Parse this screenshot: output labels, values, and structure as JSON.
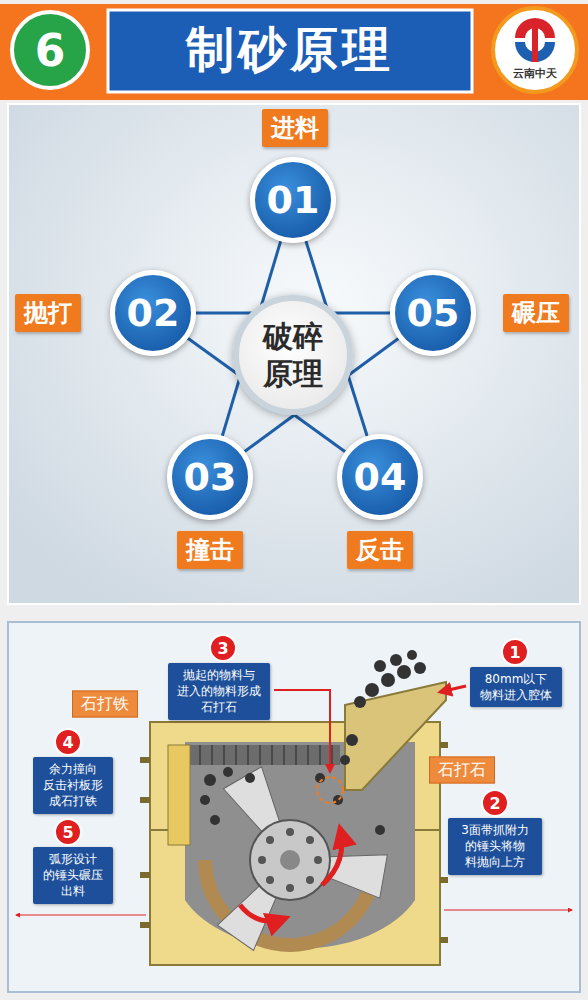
{
  "diagram": {
    "title": "制砂原理",
    "nodes": [
      {
        "text": [
          "6"
        ]
      },
      {
        "text": [
          "云南中天"
        ]
      },
      {
        "text": [
          "进料"
        ]
      },
      {
        "text": [
          "01"
        ]
      },
      {
        "text": [
          "02"
        ]
      },
      {
        "text": [
          "抛打"
        ]
      },
      {
        "text": [
          "破碎 原理"
        ]
      },
      {
        "text": [
          "05"
        ]
      },
      {
        "text": [
          "碾压"
        ]
      },
      {
        "text": [
          "03"
        ]
      },
      {
        "text": [
          "04"
        ]
      },
      {
        "text": [
          "撞击"
        ]
      },
      {
        "text": [
          "反击"
        ]
      },
      {
        "text": [
          "3"
        ]
      },
      {
        "text": [
          "抛起的物料与 进入的物料形成 石打石"
        ]
      },
      {
        "text": [
          "1"
        ]
      },
      {
        "text": [
          "80mm以下 物料进入腔体"
        ]
      },
      {
        "text": [
          "石打铁"
        ]
      },
      {
        "text": [
          "4"
        ]
      },
      {
        "text": [
          "余力撞向 反击衬板形 成石打铁"
        ]
      },
      {
        "text": [
          "石打石"
        ]
      },
      {
        "text": [
          "2"
        ]
      },
      {
        "text": [
          "3面带抓附力 的锤头将物 料抛向上方"
        ]
      },
      {
        "text": [
          "5"
        ]
      },
      {
        "text": [
          "弧形设计 的锤头碾压 出料"
        ]
      }
    ],
    "edges": [
      {
        "from": 3,
        "to": 9,
        "arrow": "none"
      },
      {
        "from": 3,
        "to": 10,
        "arrow": "none"
      },
      {
        "from": 4,
        "to": 7,
        "arrow": "none"
      },
      {
        "from": 4,
        "to": 10,
        "arrow": "none"
      },
      {
        "from": 7,
        "to": 9,
        "arrow": "none"
      }
    ]
  }
}
